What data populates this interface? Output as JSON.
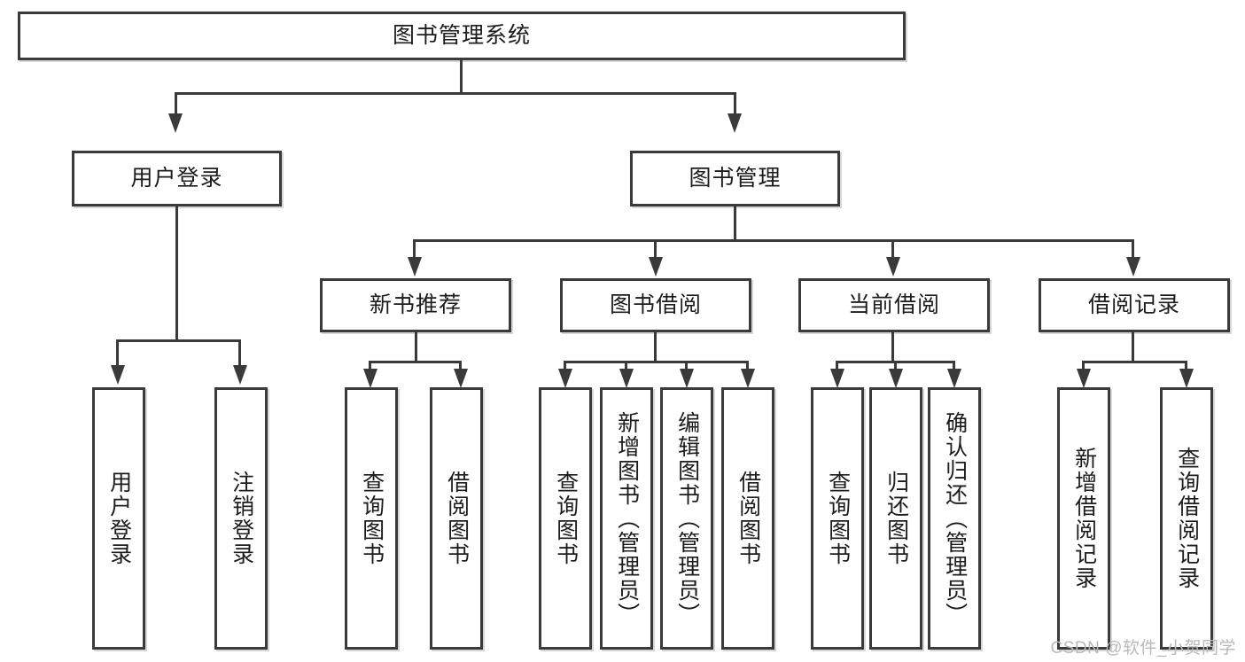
{
  "diagram": {
    "title": "图书管理系统",
    "type": "tree",
    "watermark": "CSDN @软件_小贺同学",
    "colors": {
      "stroke": "#3a3a3a",
      "text": "#1c1c1c",
      "background": "#ffffff",
      "watermark": "#b9b9b9"
    },
    "root": {
      "label": "图书管理系统"
    },
    "level2": [
      {
        "label": "用户登录"
      },
      {
        "label": "图书管理"
      }
    ],
    "level3": [
      {
        "label": "新书推荐"
      },
      {
        "label": "图书借阅"
      },
      {
        "label": "当前借阅"
      },
      {
        "label": "借阅记录"
      }
    ],
    "leaves": {
      "user_login": [
        {
          "label": "用户登录"
        },
        {
          "label": "注销登录"
        }
      ],
      "new_book_recommend": [
        {
          "label": "查询图书"
        },
        {
          "label": "借阅图书"
        }
      ],
      "book_borrow": [
        {
          "label": "查询图书"
        },
        {
          "label": "新增图书（管理员）"
        },
        {
          "label": "编辑图书（管理员）"
        },
        {
          "label": "借阅图书"
        }
      ],
      "current_borrow": [
        {
          "label": "查询图书"
        },
        {
          "label": "归还图书"
        },
        {
          "label": "确认归还（管理员）"
        }
      ],
      "borrow_record": [
        {
          "label": "新增借阅记录"
        },
        {
          "label": "查询借阅记录"
        }
      ]
    }
  }
}
